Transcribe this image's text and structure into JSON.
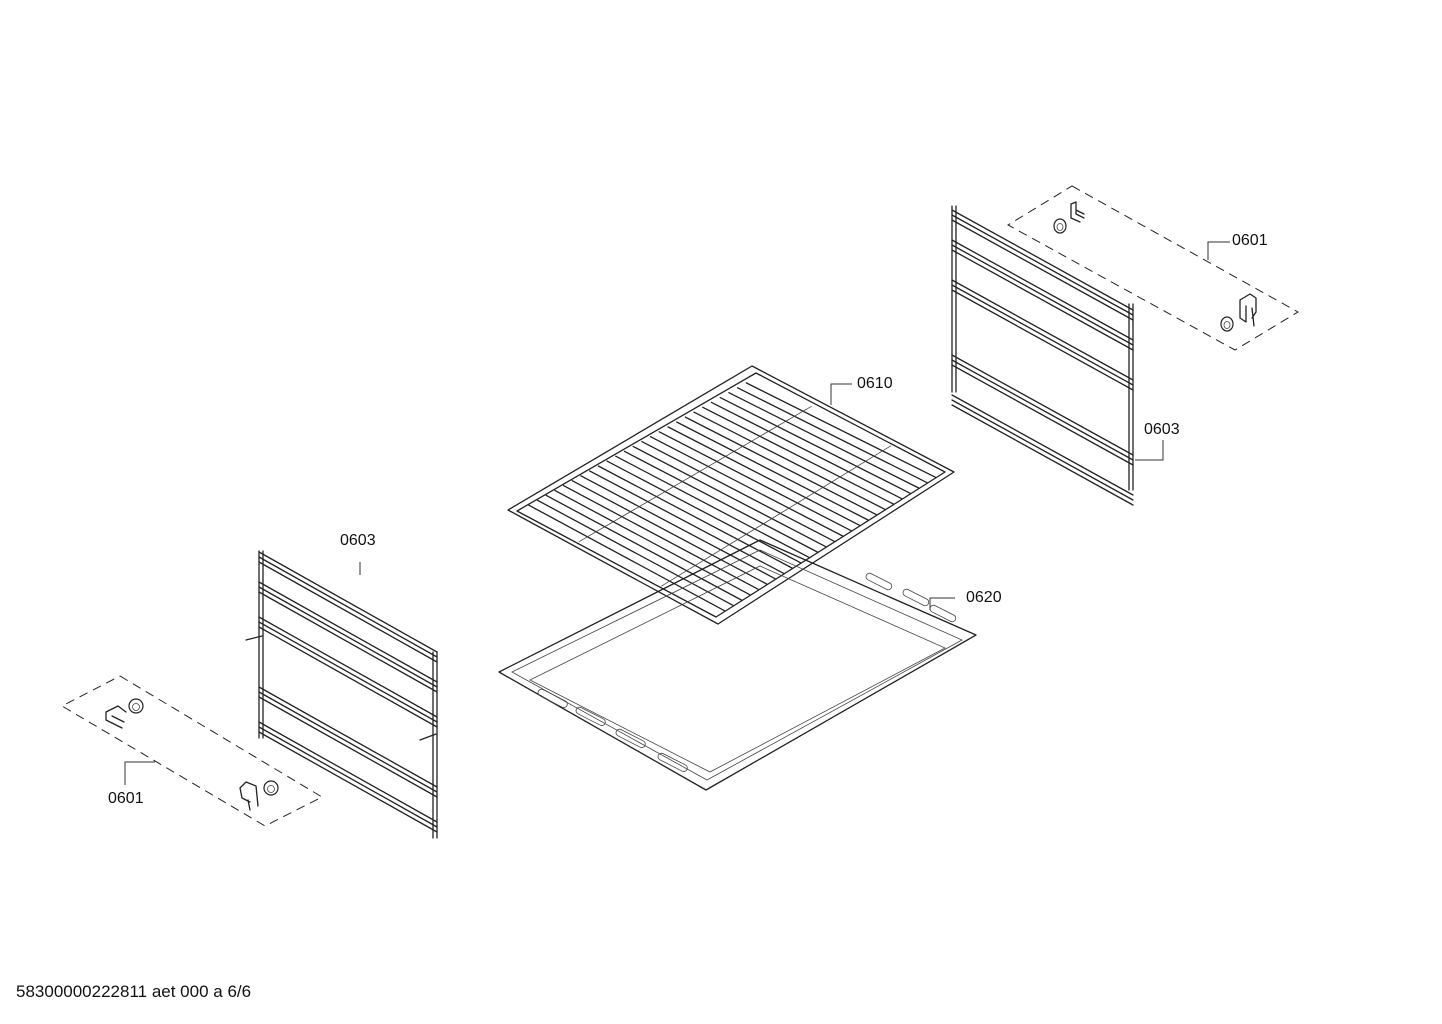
{
  "diagram": {
    "type": "exploded-parts-view",
    "subject": "oven accessories and shelf supports",
    "parts": [
      {
        "id": "0601",
        "description": "clip/fastener set (right)"
      },
      {
        "id": "0603",
        "description": "shelf support rail (right)"
      },
      {
        "id": "0610",
        "description": "wire grid rack"
      },
      {
        "id": "0620",
        "description": "baking tray"
      },
      {
        "id": "0603",
        "description": "shelf support rail (left)"
      },
      {
        "id": "0601",
        "description": "clip/fastener set (left)"
      }
    ]
  },
  "labels": {
    "right_clips": "0601",
    "right_rail": "0603",
    "grid_rack": "0610",
    "tray": "0620",
    "left_rail": "0603",
    "left_clips": "0601"
  },
  "footer": {
    "document_id": "58300000222811 aet 000 a 6/6"
  }
}
